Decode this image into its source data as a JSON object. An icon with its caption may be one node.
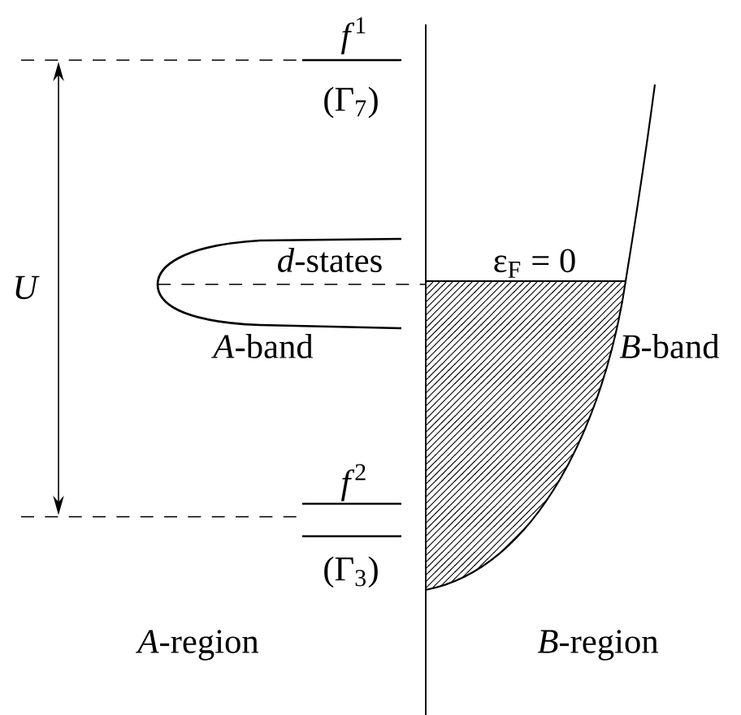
{
  "diagram": {
    "labels": [
      "*f*$^{1}$",
      "(Γ$_{7}$)",
      "*U*",
      "*d*-states",
      "ε$_{F}$ = 0",
      "*A*-band",
      "*B*-band",
      "*f*$^{2}$",
      "(Γ$_{3}$)",
      "*A*-region",
      "*B*-region"
    ]
  }
}
